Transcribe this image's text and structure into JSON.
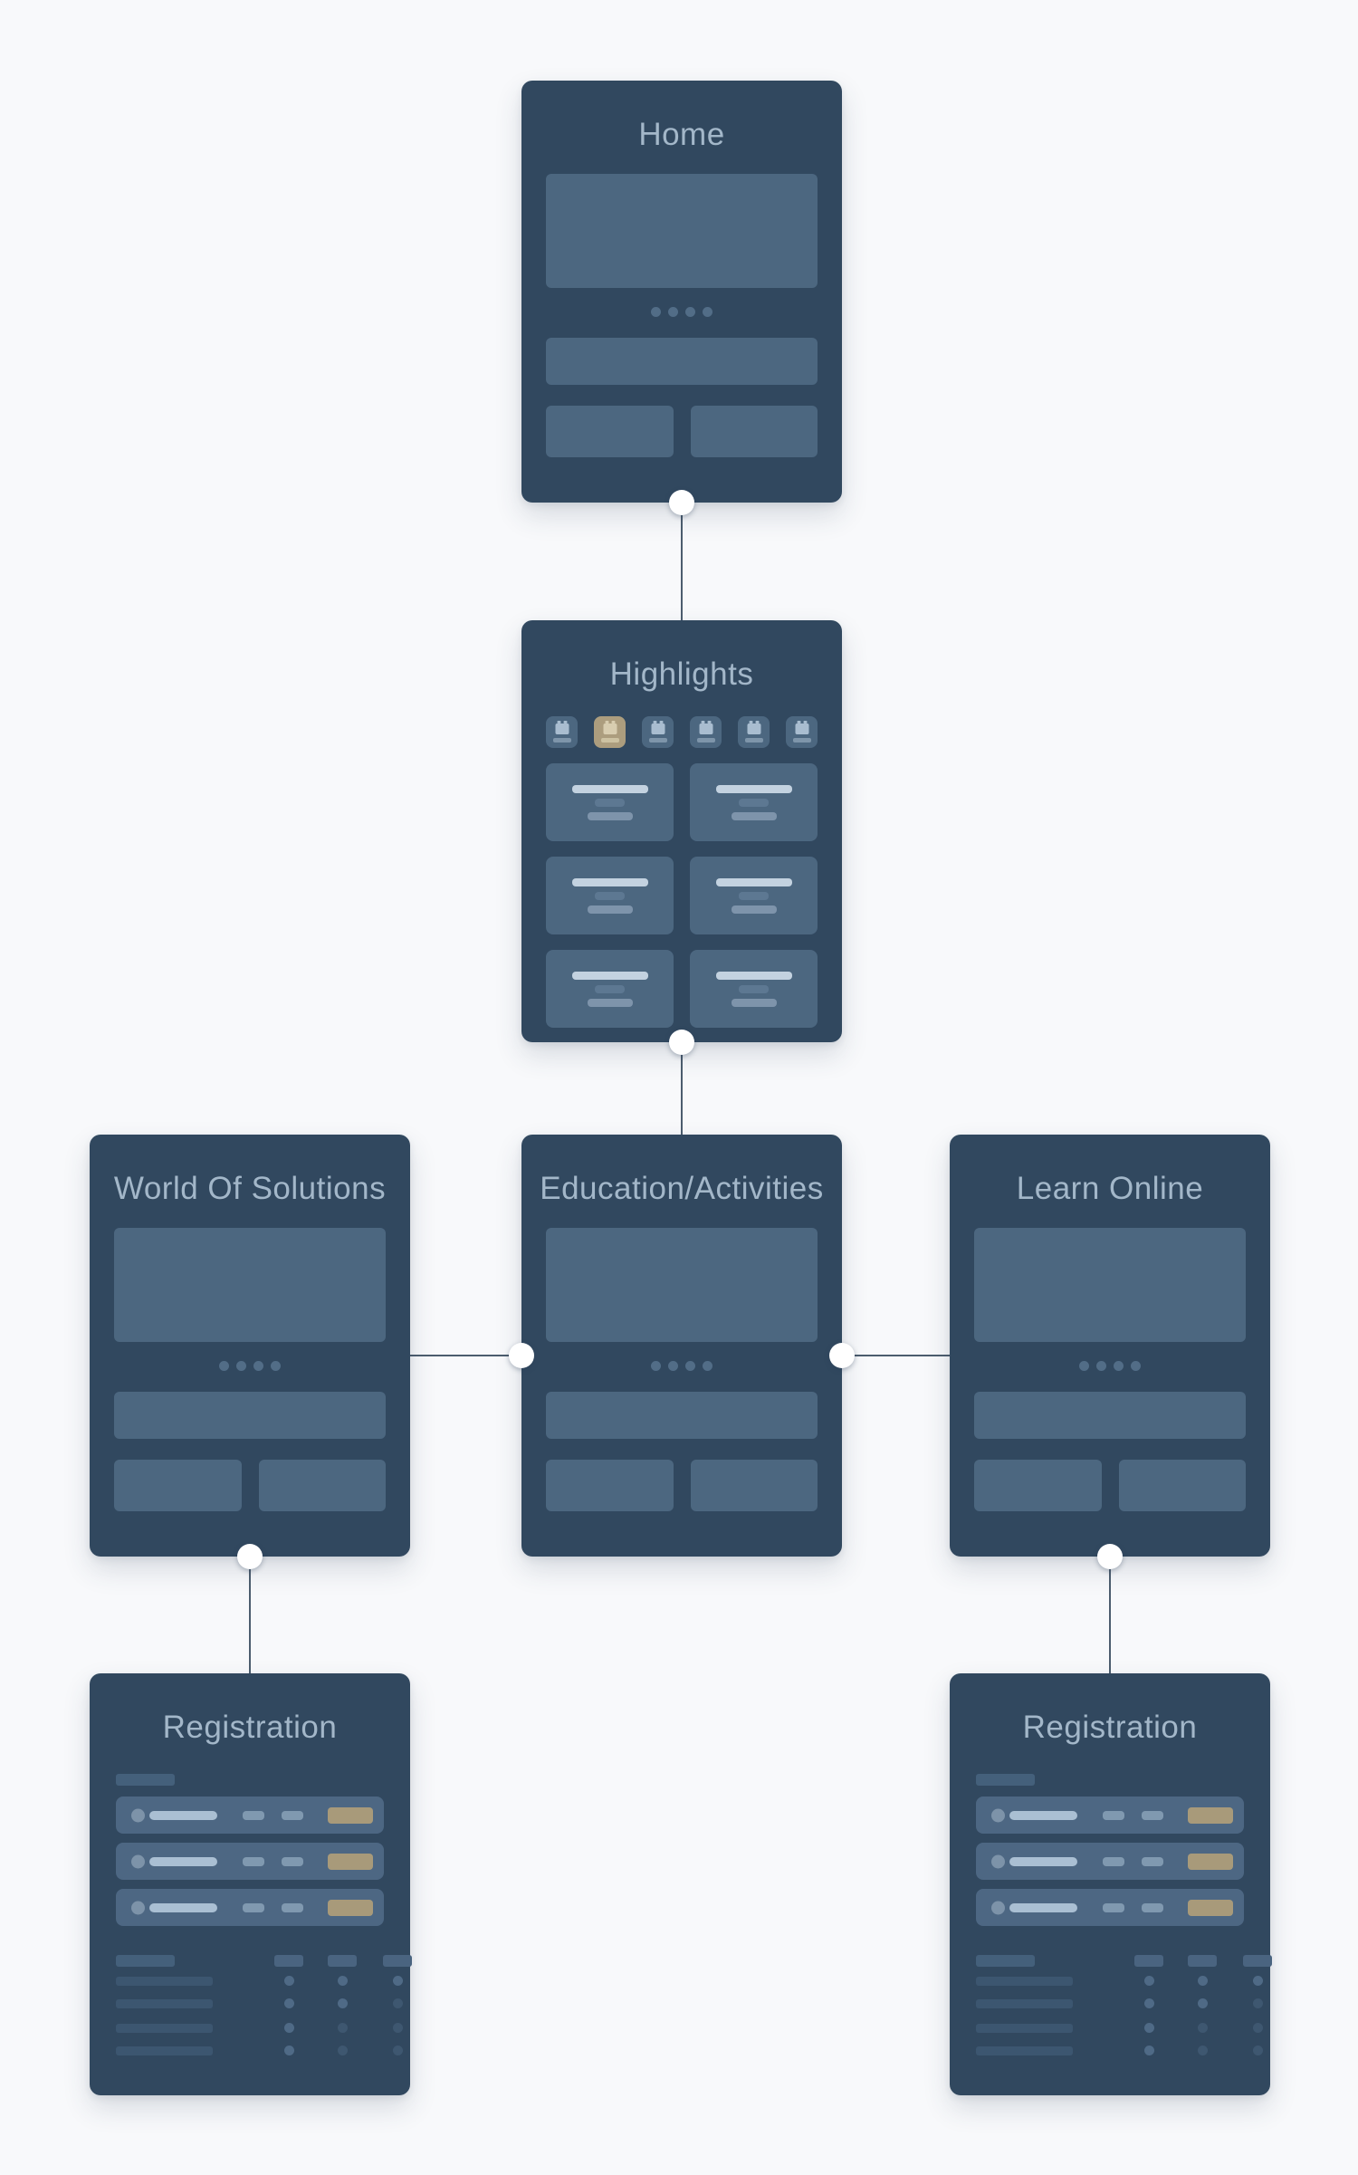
{
  "diagram": {
    "type": "sitemap-flowchart",
    "page_background": "#f8f9fb"
  },
  "nodes": {
    "home": {
      "title": "Home"
    },
    "highlights": {
      "title": "Highlights"
    },
    "world_of_solutions": {
      "title": "World Of Solutions"
    },
    "education_activities": {
      "title": "Education/Activities"
    },
    "learn_online": {
      "title": "Learn Online"
    },
    "registration_left": {
      "title": "Registration"
    },
    "registration_right": {
      "title": "Registration"
    }
  },
  "connections": [
    {
      "from": "home",
      "to": "highlights"
    },
    {
      "from": "highlights",
      "to": "education_activities"
    },
    {
      "from": "education_activities",
      "to": "world_of_solutions"
    },
    {
      "from": "education_activities",
      "to": "learn_online"
    },
    {
      "from": "world_of_solutions",
      "to": "registration_left"
    },
    {
      "from": "learn_online",
      "to": "registration_right"
    }
  ],
  "carousel": {
    "dot_count": 4
  },
  "highlights_content": {
    "tile_count": 6,
    "active_tile_index": 1,
    "tile_icon": "calendar-icon",
    "grid": {
      "columns": 2,
      "rows": 3
    }
  },
  "registration": {
    "row_count": 3,
    "table": {
      "column_count": 3,
      "row_count": 4,
      "dot_pattern": [
        [
          "solid",
          "solid",
          "solid"
        ],
        [
          "solid",
          "solid",
          "faded"
        ],
        [
          "solid",
          "faded",
          "faded"
        ],
        [
          "solid",
          "faded",
          "faded"
        ]
      ]
    }
  },
  "colors": {
    "page_background": "#f8f9fb",
    "card_background": "#31485f",
    "block": "#4c6780",
    "title_text": "#a3b7c9",
    "light_line": "#c3d2e0",
    "mid_line": "#7e94ab",
    "dark_line": "#5d7892",
    "accent_tan": "#a89a7a",
    "active_tile": "#ac9d7e",
    "connector_line": "#4c5d6e",
    "connector_node": "#ffffff"
  }
}
